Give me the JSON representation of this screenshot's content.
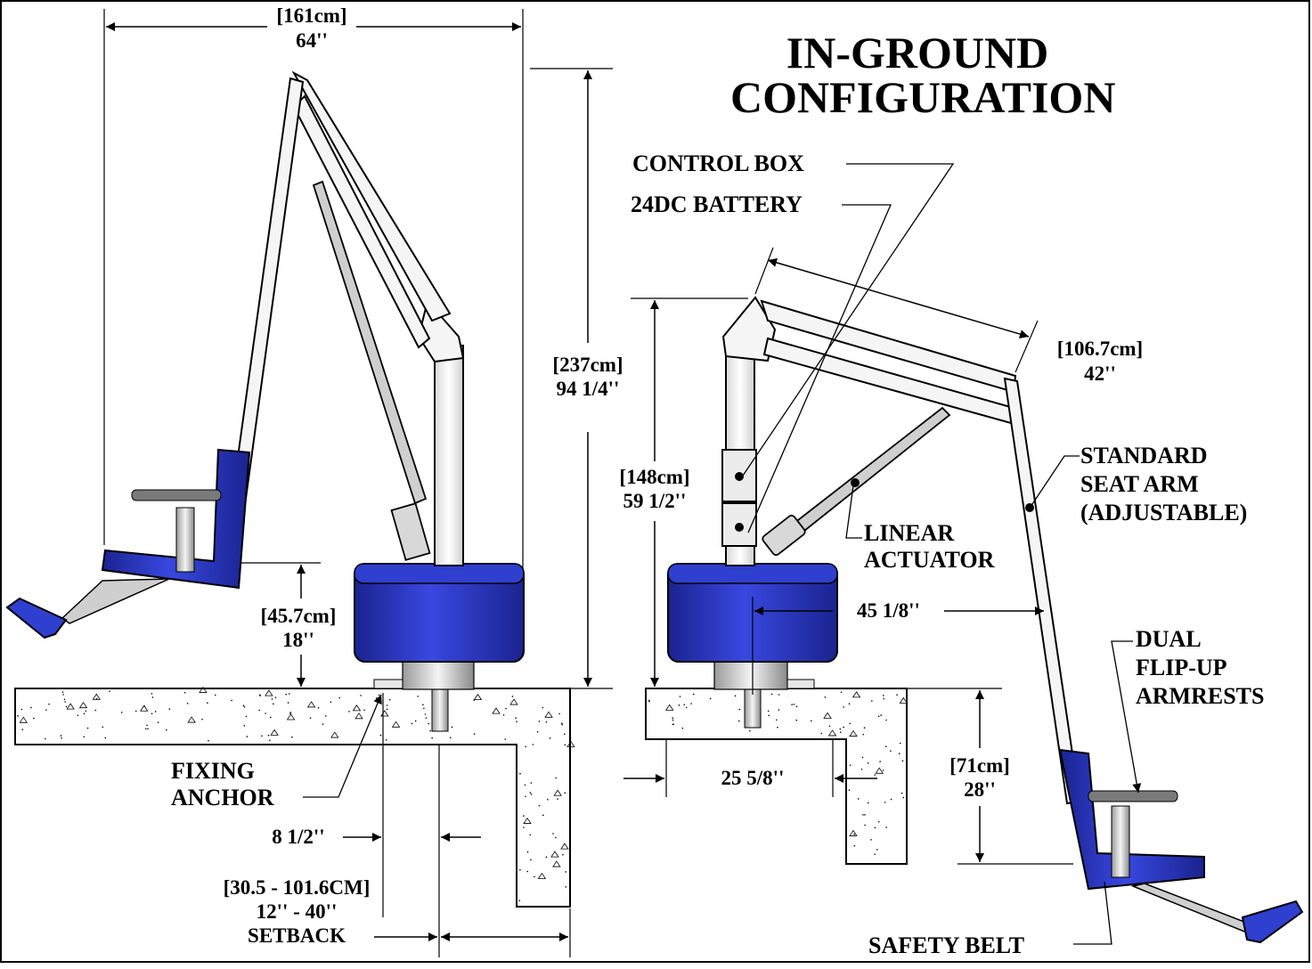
{
  "title": {
    "line1": "IN-GROUND",
    "line2": "CONFIGURATION"
  },
  "dimensions": {
    "width_total": {
      "metric": "[161cm]",
      "imperial": "64''"
    },
    "height_total": {
      "metric": "[237cm]",
      "imperial": "94 1/4''"
    },
    "seat_height": {
      "metric": "[45.7cm]",
      "imperial": "18''"
    },
    "anchor_offset": "8 1/2''",
    "setback": {
      "metric": "[30.5 - 101.6CM]",
      "range": "12'' - 40''",
      "label": "SETBACK"
    },
    "mast_height": {
      "metric": "[148cm]",
      "imperial": "59 1/2''"
    },
    "boom_length": {
      "metric": "[106.7cm]",
      "imperial": "42''"
    },
    "reach": "45 1/8''",
    "deck_width": "25 5/8''",
    "water_depth": {
      "metric": "[71cm]",
      "imperial": "28''"
    }
  },
  "callouts": {
    "control_box": "CONTROL BOX",
    "battery": "24DC BATTERY",
    "linear_actuator": {
      "line1": "LINEAR",
      "line2": "ACTUATOR"
    },
    "seat_arm": {
      "line1": "STANDARD",
      "line2": "SEAT ARM",
      "line3": "(ADJUSTABLE)"
    },
    "armrests": {
      "line1": "DUAL",
      "line2": "FLIP-UP",
      "line3": "ARMRESTS"
    },
    "fixing_anchor": {
      "line1": "FIXING",
      "line2": "ANCHOR"
    },
    "safety_belt": "SAFETY BELT"
  },
  "colors": {
    "lift_blue": "#2f3fcf",
    "lift_blue_dark": "#1a2390",
    "frame": "#f2f2f2",
    "concrete": "#ffffff",
    "line": "#000000"
  }
}
